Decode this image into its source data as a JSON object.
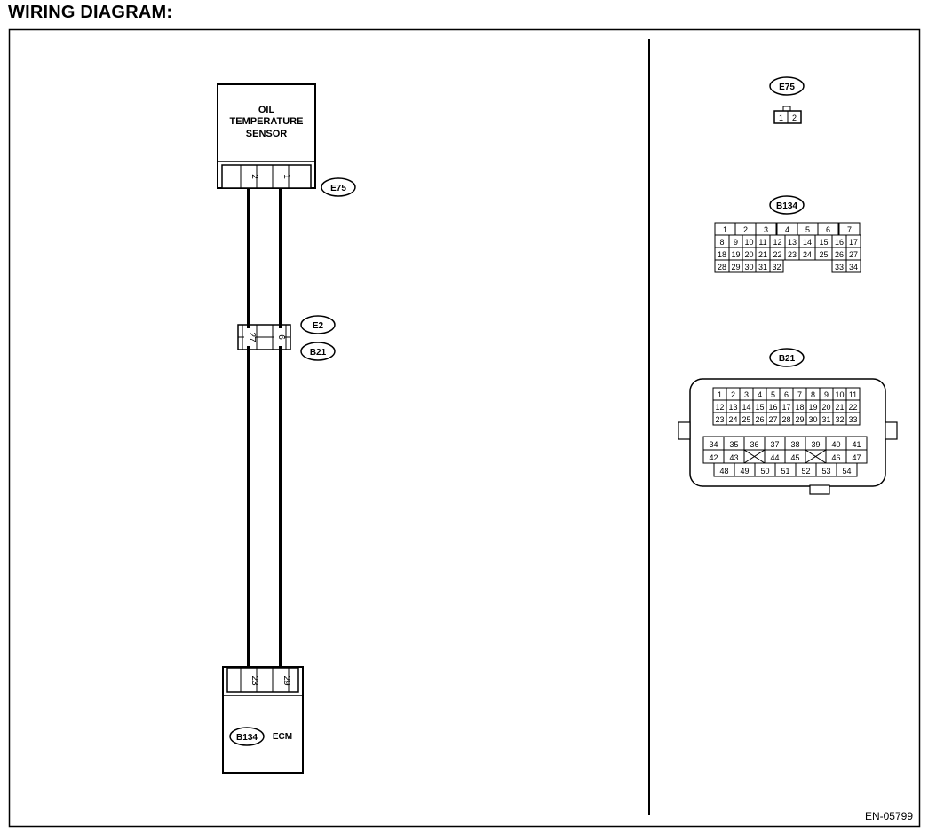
{
  "title": "WIRING DIAGRAM:",
  "doc_code": "EN-05799",
  "sensor": {
    "name_lines": [
      "OIL",
      "TEMPERATURE",
      "SENSOR"
    ],
    "connector": "E75",
    "pins": [
      "2",
      "1"
    ]
  },
  "joint": {
    "connector_top": "E2",
    "connector_bottom": "B21",
    "pins": [
      "27",
      "6"
    ]
  },
  "ecm": {
    "name": "ECM",
    "connector": "B134",
    "pins": [
      "23",
      "29"
    ]
  },
  "connector_views": {
    "e75": {
      "label": "E75",
      "pins": [
        "1",
        "2"
      ]
    },
    "b134": {
      "label": "B134",
      "rows": [
        [
          "1",
          "2",
          "3",
          "4",
          "5",
          "6",
          "7"
        ],
        [
          "8",
          "9",
          "10",
          "11",
          "12",
          "13",
          "14",
          "15",
          "16",
          "17"
        ],
        [
          "18",
          "19",
          "20",
          "21",
          "22",
          "23",
          "24",
          "25",
          "26",
          "27"
        ],
        [
          "28",
          "29",
          "30",
          "31",
          "32",
          "33",
          "34"
        ]
      ]
    },
    "b21": {
      "label": "B21",
      "top_rows": [
        [
          "1",
          "2",
          "3",
          "4",
          "5",
          "6",
          "7",
          "8",
          "9",
          "10",
          "11"
        ],
        [
          "12",
          "13",
          "14",
          "15",
          "16",
          "17",
          "18",
          "19",
          "20",
          "21",
          "22"
        ],
        [
          "23",
          "24",
          "25",
          "26",
          "27",
          "28",
          "29",
          "30",
          "31",
          "32",
          "33"
        ]
      ],
      "bottom_rows": [
        [
          "34",
          "35",
          "36",
          "37",
          "38",
          "39",
          "40",
          "41"
        ],
        [
          "42",
          "43",
          "44",
          "45",
          "46",
          "47"
        ],
        [
          "48",
          "49",
          "50",
          "51",
          "52",
          "53",
          "54"
        ]
      ]
    }
  }
}
